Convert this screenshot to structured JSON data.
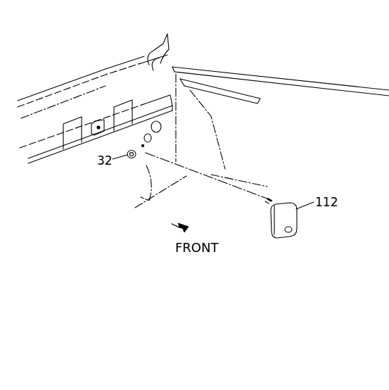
{
  "diagram": {
    "labels": [
      "32",
      "112",
      "FRONT"
    ]
  }
}
